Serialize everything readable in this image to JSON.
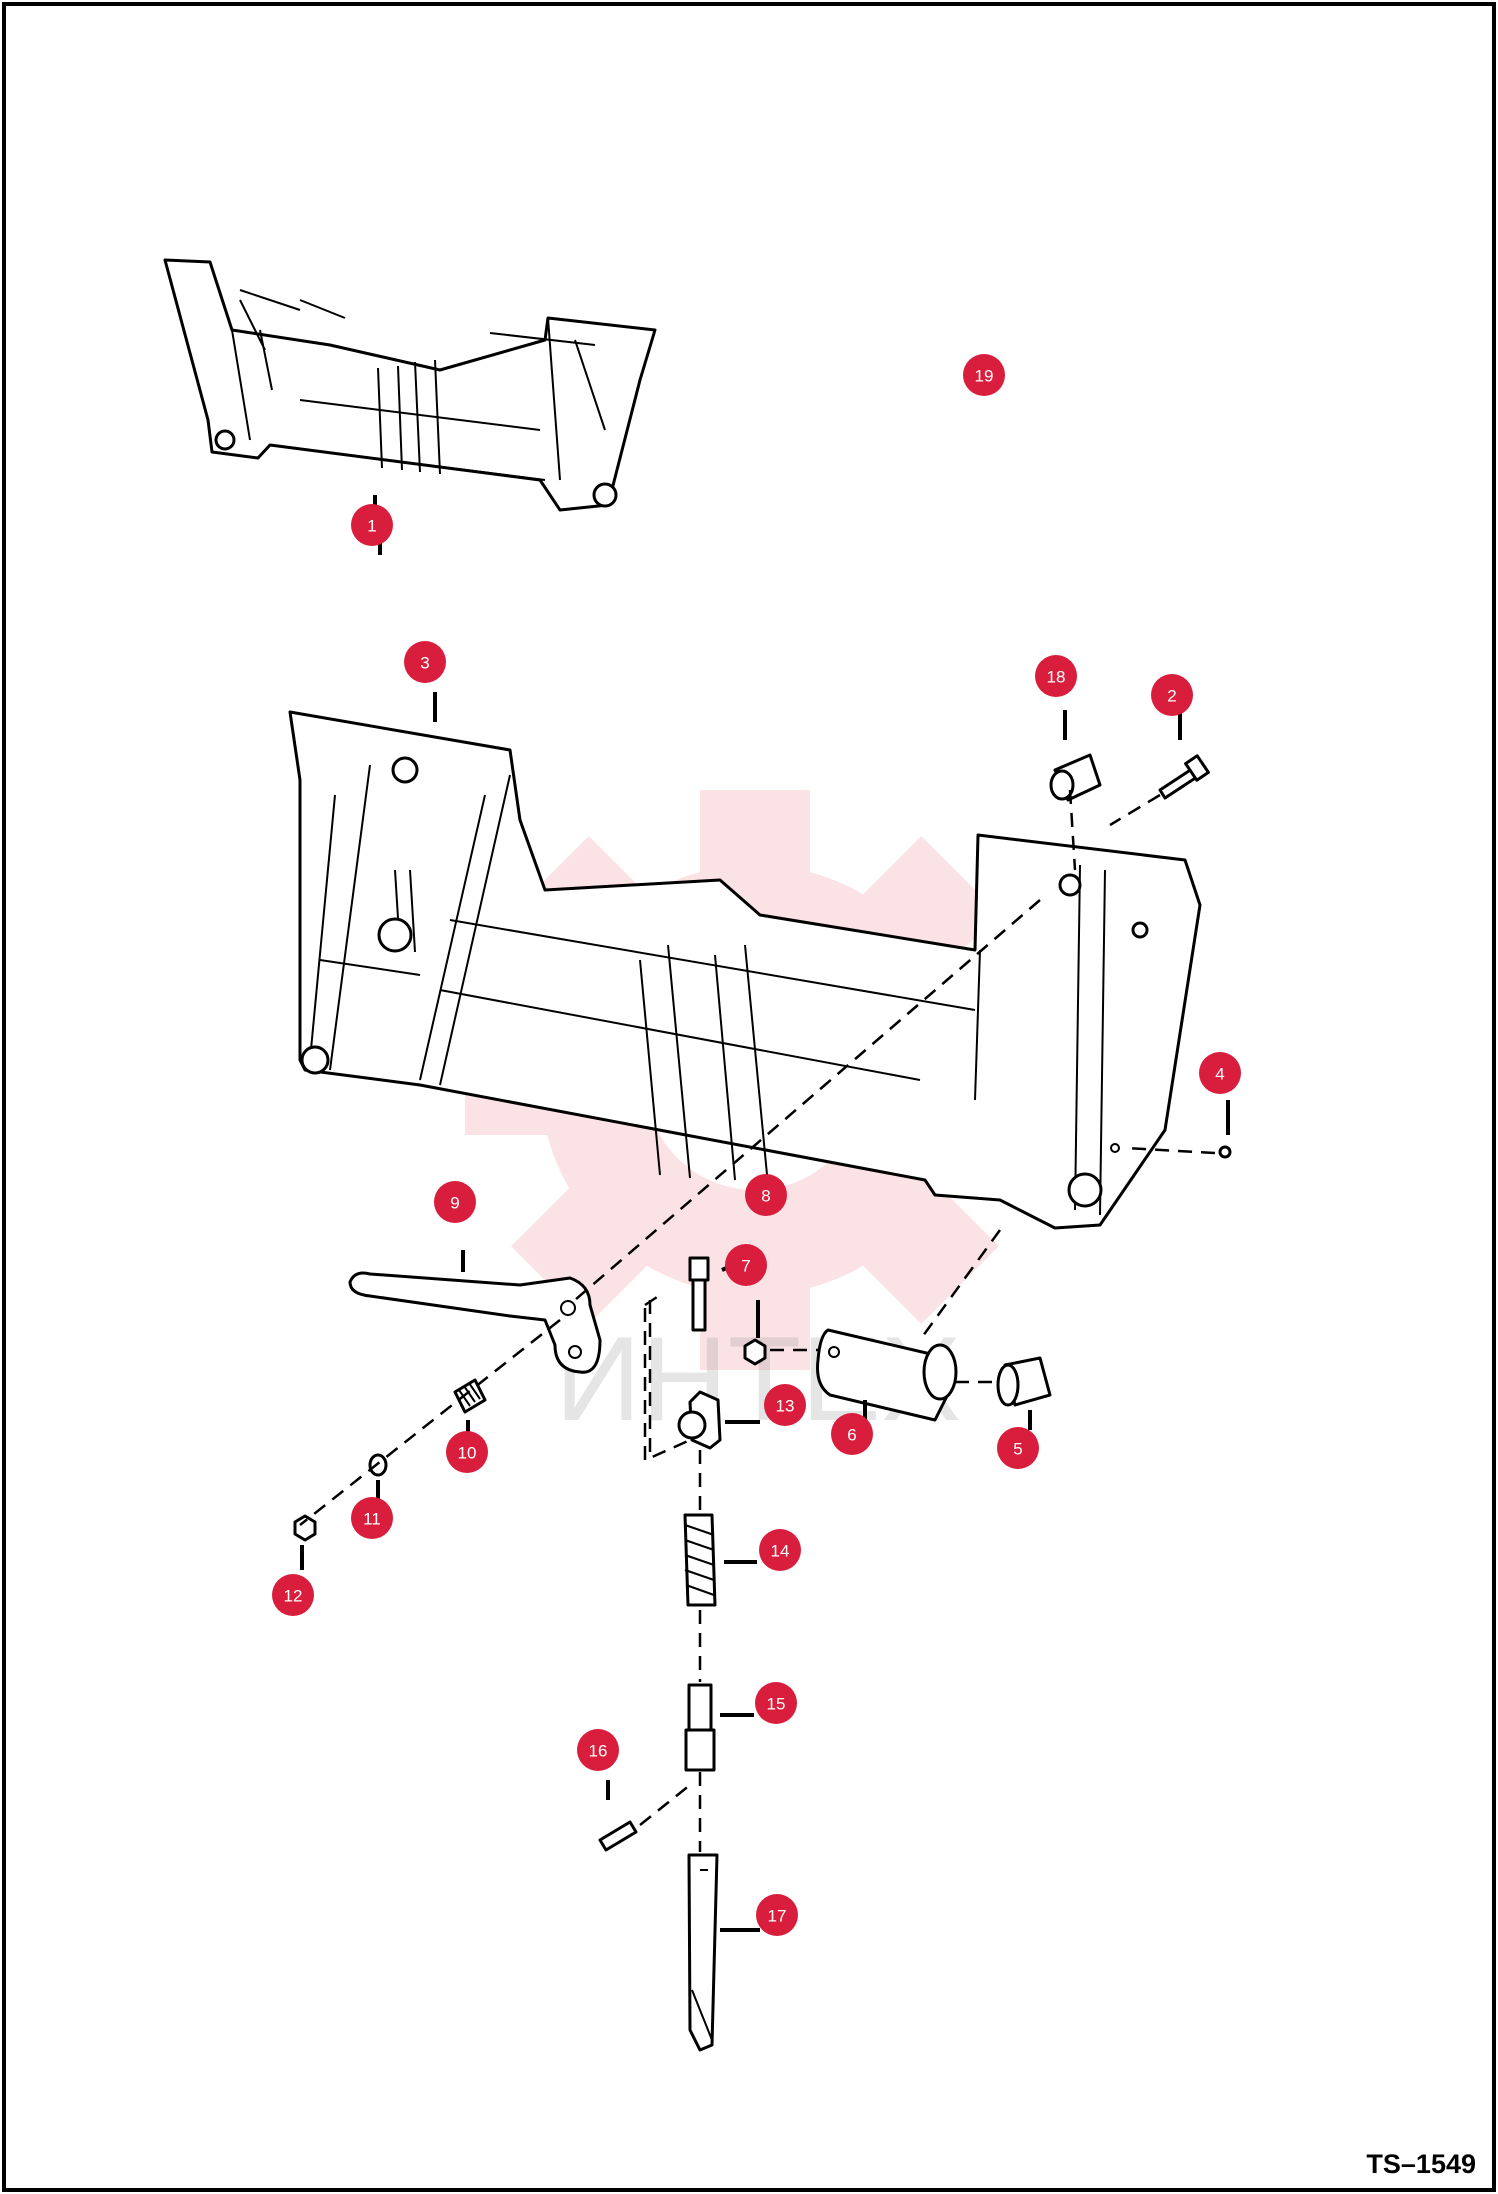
{
  "drawing_code": "TS–1549",
  "watermark": {
    "text": "ИНТЕХ",
    "color": "#e8293c"
  },
  "colors": {
    "callout": "#d81e3c",
    "line": "#000000",
    "background": "#ffffff"
  },
  "callouts": [
    {
      "id": "1",
      "label": "1"
    },
    {
      "id": "2",
      "label": "2"
    },
    {
      "id": "3",
      "label": "3"
    },
    {
      "id": "4",
      "label": "4"
    },
    {
      "id": "5",
      "label": "5"
    },
    {
      "id": "6",
      "label": "6"
    },
    {
      "id": "7",
      "label": "7"
    },
    {
      "id": "8",
      "label": "8"
    },
    {
      "id": "9",
      "label": "9"
    },
    {
      "id": "10",
      "label": "10"
    },
    {
      "id": "11",
      "label": "11"
    },
    {
      "id": "12",
      "label": "12"
    },
    {
      "id": "13",
      "label": "13"
    },
    {
      "id": "14",
      "label": "14"
    },
    {
      "id": "15",
      "label": "15"
    },
    {
      "id": "16",
      "label": "16"
    },
    {
      "id": "17",
      "label": "17"
    },
    {
      "id": "18",
      "label": "18"
    },
    {
      "id": "19",
      "label": "19"
    }
  ]
}
